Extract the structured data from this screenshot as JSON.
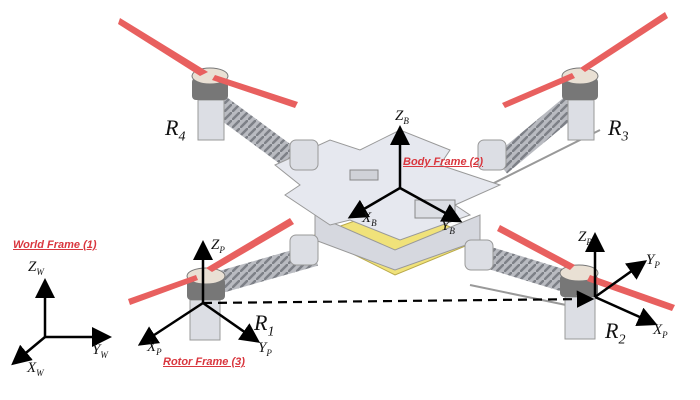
{
  "frames": {
    "world": {
      "title": "World Frame (1)",
      "x": "X",
      "y": "Y",
      "z": "Z",
      "sub": "W"
    },
    "body": {
      "title": "Body Frame (2)",
      "x": "X",
      "y": "Y",
      "z": "Z",
      "sub": "B"
    },
    "rotor": {
      "title": "Rotor Frame (3)",
      "x": "X",
      "y": "Y",
      "z": "Z",
      "sub": "P"
    }
  },
  "rotors": [
    {
      "label": "R",
      "index": "1"
    },
    {
      "label": "R",
      "index": "2"
    },
    {
      "label": "R",
      "index": "3"
    },
    {
      "label": "R",
      "index": "4"
    }
  ],
  "colors": {
    "propeller": "#e8605f",
    "frame_title": "#d9363e",
    "body": "#e6e8ef",
    "yellow_plate": "#f0e27a",
    "arm": "#9a9ca3"
  }
}
